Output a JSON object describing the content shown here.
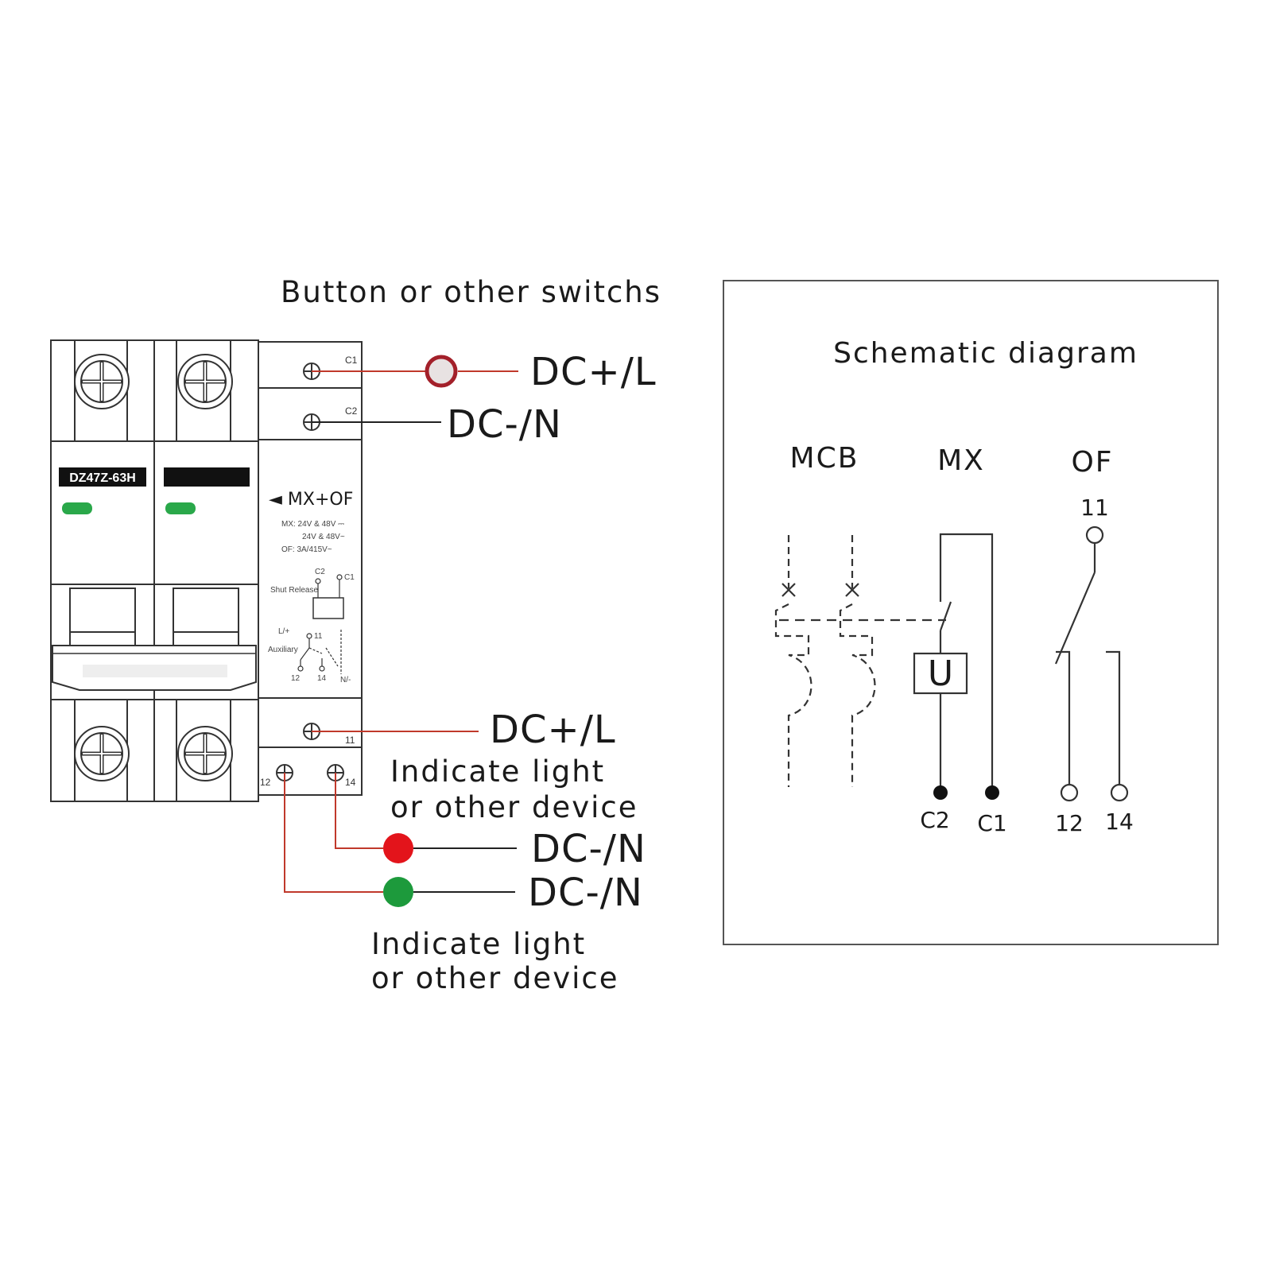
{
  "left": {
    "top_caption": "Button or other switchs",
    "dc_plus_top": "DC+/L",
    "dc_minus_top": "DC-/N",
    "dc_plus_mid": "DC+/L",
    "indicate_1_line1": "Indicate light",
    "indicate_1_line2": "or other device",
    "dc_minus_red": "DC-/N",
    "dc_minus_green": "DC-/N",
    "indicate_2_line1": "Indicate light",
    "indicate_2_line2": "or other device",
    "breaker_model": "DZ47Z-63H",
    "module_title": "◄ MX+OF",
    "spec_mx_1": "MX: 24V & 48V ⎓",
    "spec_mx_2": "24V & 48V~",
    "spec_of": "OF: 3A/415V~",
    "shunt_release": "Shut Release",
    "auxiliary": "Auxiliary",
    "term_c1": "C1",
    "term_c2": "C2",
    "term_11": "11",
    "term_12": "12",
    "term_14": "14",
    "mini_c2": "C2",
    "mini_c1": "C1",
    "mini_l": "L/+",
    "mini_11": "11",
    "mini_12": "12",
    "mini_14": "14",
    "mini_n": "N/-"
  },
  "schematic": {
    "title": "Schematic diagram",
    "mcb": "MCB",
    "mx": "MX",
    "of": "OF",
    "coil_letter": "U",
    "t11": "11",
    "c2": "C2",
    "c1": "C1",
    "t12": "12",
    "t14": "14"
  },
  "colors": {
    "wire_red": "#c0392b",
    "lamp_red": "#e3141b",
    "lamp_green": "#1d9a3c",
    "indicator_green": "#2aa84a",
    "button_ring": "#a3202a",
    "button_fill": "#e8e2e2"
  }
}
